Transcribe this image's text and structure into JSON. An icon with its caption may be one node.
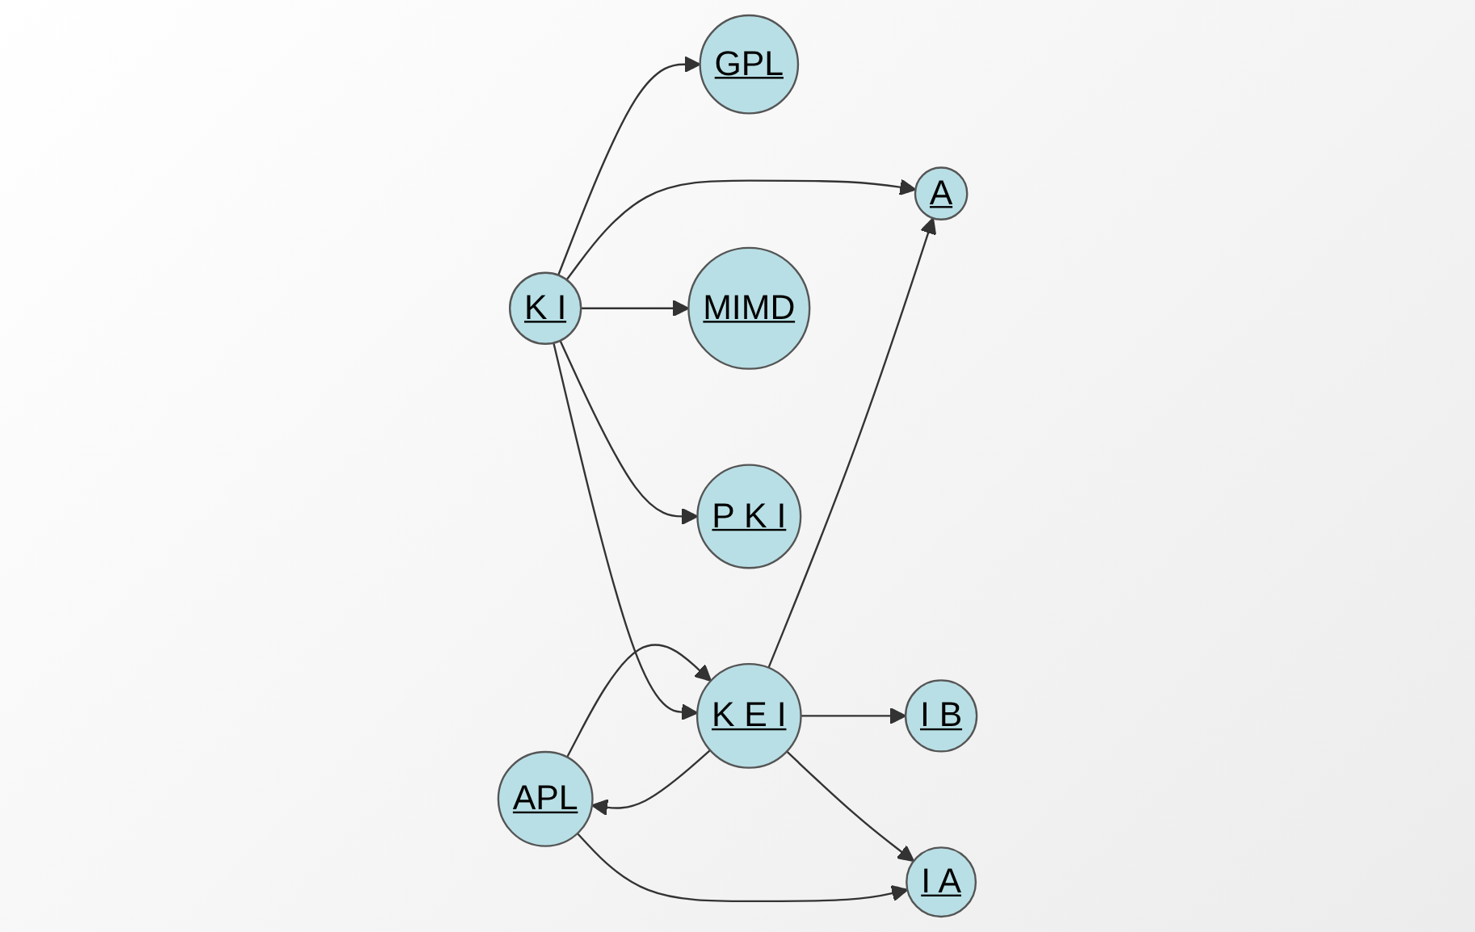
{
  "diagram": {
    "nodes": [
      {
        "text": [
          "GPL"
        ]
      },
      {
        "text": [
          "A"
        ]
      },
      {
        "text": [
          "APL"
        ]
      },
      {
        "text": [
          "K I"
        ]
      },
      {
        "text": [
          "K E I"
        ]
      },
      {
        "text": [
          "I B"
        ]
      },
      {
        "text": [
          "MIMD"
        ]
      },
      {
        "text": [
          "P K I"
        ]
      },
      {
        "text": [
          "I A"
        ]
      }
    ],
    "edges": [
      {
        "from": 3,
        "to": 0,
        "arrow": "to"
      },
      {
        "from": 3,
        "to": 1,
        "arrow": "to"
      },
      {
        "from": 4,
        "to": 1,
        "arrow": "to"
      },
      {
        "from": 4,
        "to": 2,
        "arrow": "to"
      },
      {
        "from": 2,
        "to": 4,
        "arrow": "to"
      },
      {
        "from": 3,
        "to": 4,
        "arrow": "to"
      },
      {
        "from": 4,
        "to": 5,
        "arrow": "to"
      },
      {
        "from": 3,
        "to": 6,
        "arrow": "to"
      },
      {
        "from": 3,
        "to": 7,
        "arrow": "to"
      },
      {
        "from": 4,
        "to": 8,
        "arrow": "to"
      },
      {
        "from": 2,
        "to": 8,
        "arrow": "to"
      }
    ]
  }
}
